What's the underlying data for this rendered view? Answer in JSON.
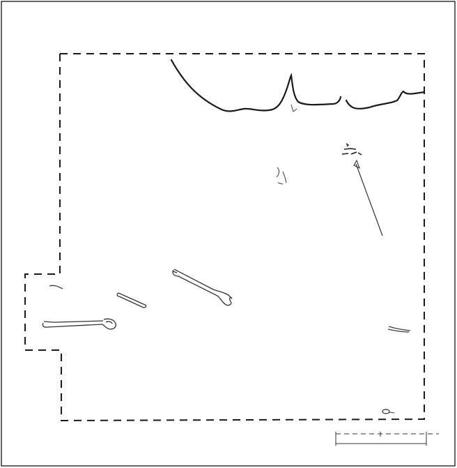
{
  "figure": {
    "kind": "archaeological excavation plan drawing",
    "outline_style": "dashed",
    "ink_color": "#1a1a1a",
    "frame_color": "#000000",
    "background": "#ffffff",
    "features": [
      "excavation-boundary",
      "section-edge",
      "bone-fragments",
      "long-bone",
      "object-group",
      "small-object",
      "scale-bar"
    ]
  }
}
